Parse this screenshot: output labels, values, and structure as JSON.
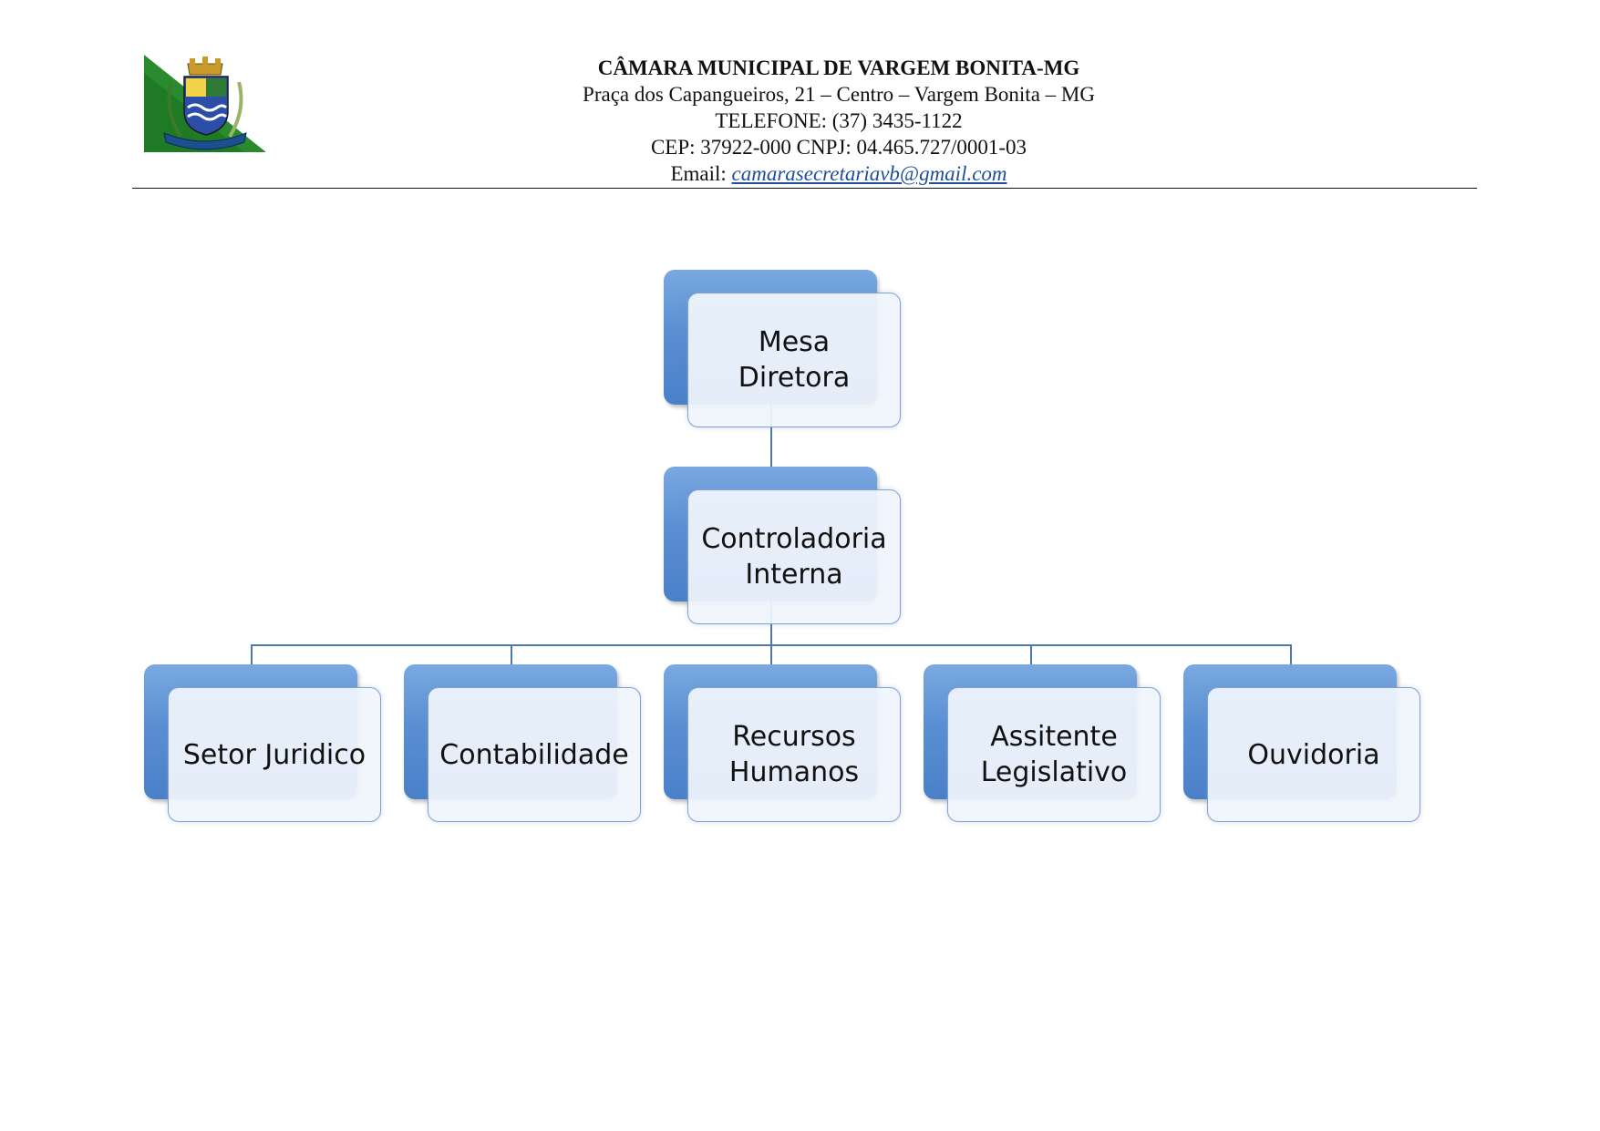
{
  "header": {
    "logo_alt": "VARGEM BONITA",
    "title": "CÂMARA MUNICIPAL DE VARGEM BONITA-MG",
    "address": "Praça dos Capangueiros, 21 – Centro – Vargem Bonita – MG",
    "phone": "TELEFONE: (37) 3435-1122",
    "ids": "CEP: 37922-000 CNPJ: 04.465.727/0001-03",
    "email_label": "Email: ",
    "email": "camarasecretariavb@gmail.com"
  },
  "org_chart": {
    "root": "Mesa\nDiretora",
    "level2": "Controladoria\nInterna",
    "level3": [
      "Setor Juridico",
      "Contabilidade",
      "Recursos\nHumanos",
      "Assitente\nLegislativo",
      "Ouvidoria"
    ]
  },
  "colors": {
    "node_back": "#5a8fd3",
    "node_front": "#f0f5fc",
    "connector": "#4f79ab",
    "email_link": "#1f4e9c"
  }
}
